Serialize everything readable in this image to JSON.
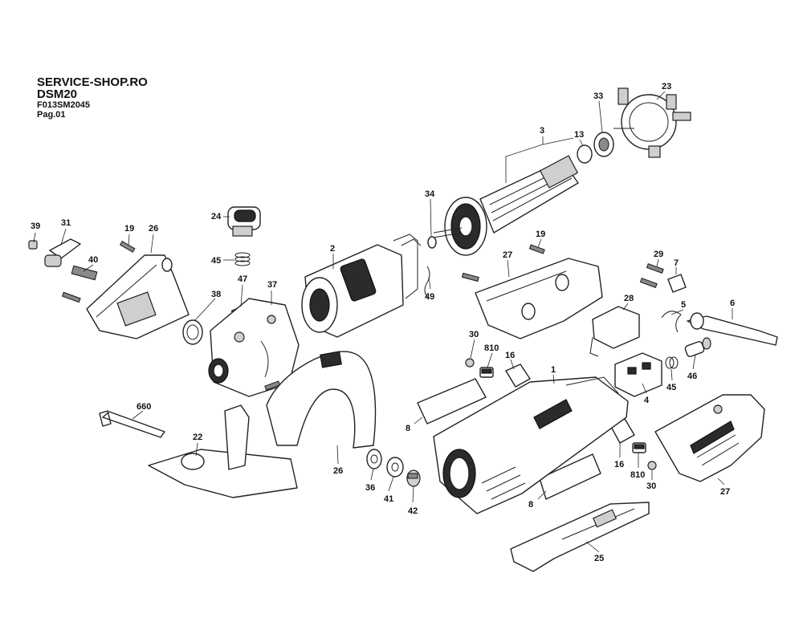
{
  "header": {
    "shop": "SERVICE-SHOP.RO",
    "model": "DSM20",
    "code": "F013SM2045",
    "page": "Pag.01"
  },
  "labels": {
    "p1": "1",
    "p2": "2",
    "p3": "3",
    "p4": "4",
    "p5": "5",
    "p6": "6",
    "p7": "7",
    "p8a": "8",
    "p8b": "8",
    "p13": "13",
    "p16a": "16",
    "p16b": "16",
    "p19a": "19",
    "p19b": "19",
    "p22": "22",
    "p23": "23",
    "p24": "24",
    "p25": "25",
    "p26a": "26",
    "p26b": "26",
    "p27a": "27",
    "p27b": "27",
    "p28": "28",
    "p29": "29",
    "p30a": "30",
    "p30b": "30",
    "p31": "31",
    "p33": "33",
    "p34": "34",
    "p36": "36",
    "p37": "37",
    "p38": "38",
    "p39": "39",
    "p40": "40",
    "p41": "41",
    "p42": "42",
    "p45a": "45",
    "p45b": "45",
    "p46": "46",
    "p47": "47",
    "p49": "49",
    "p660": "660",
    "p810a": "810",
    "p810b": "810"
  }
}
